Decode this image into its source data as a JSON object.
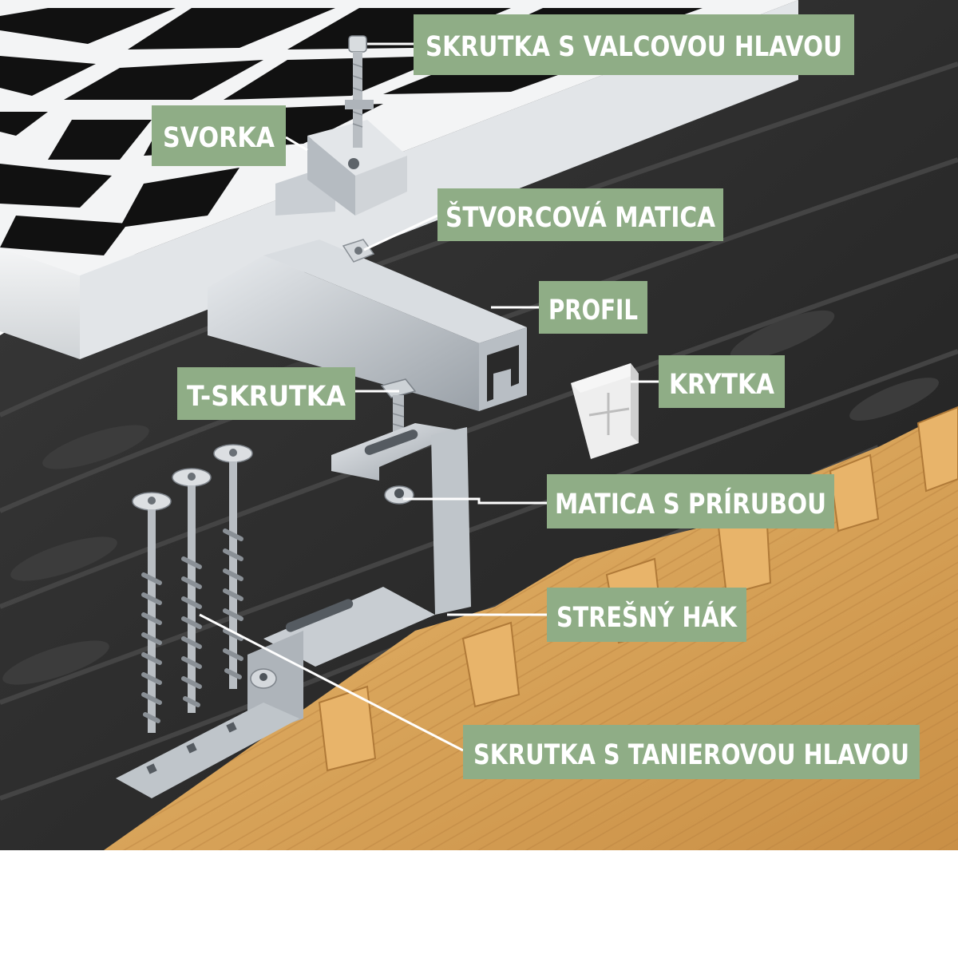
{
  "labels": {
    "skrutka_valcova": "SKRUTKA S VALCOVOU HLAVOU",
    "svorka": "SVORKA",
    "stvorcova_matica": "ŠTVORCOVÁ MATICA",
    "profil": "PROFIL",
    "t_skrutka": "T-SKRUTKA",
    "krytka": "KRYTKA",
    "matica_prirubou": "MATICA S PRÍRUBOU",
    "stresny_hak": "STREŠNÝ HÁK",
    "skrutka_tanierova": "SKRUTKA S TANIEROVOU HLAVOU"
  },
  "colors": {
    "label_background": "#8fad86",
    "label_text": "#ffffff",
    "roof_tile": "#2b2b2b",
    "wood": "#d9a65c",
    "aluminium": "#c8cdd2",
    "panel_cell": "#111111"
  }
}
